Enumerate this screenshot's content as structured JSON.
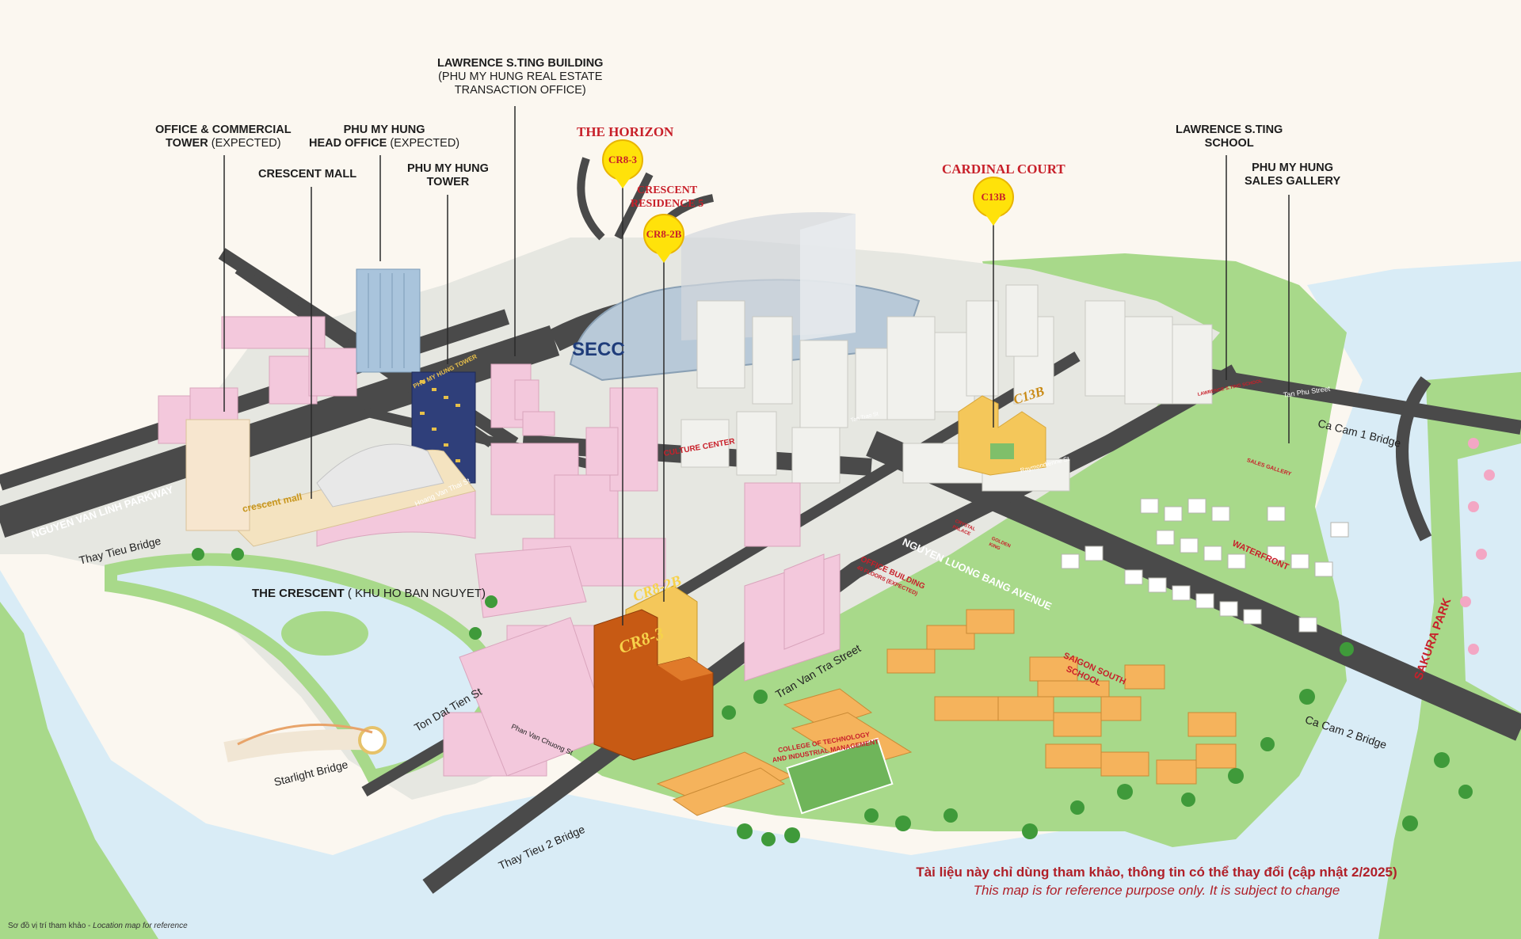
{
  "colors": {
    "background": "#fbf7f0",
    "water": "#d9ecf6",
    "park": "#a8d98a",
    "road": "#4a4a4a",
    "block": "#e6e7e1",
    "residential_pink": "#f3c8dc",
    "school_orange": "#f5b35c",
    "highlight_brown": "#c75a14",
    "highlight_gold": "#f4c75a",
    "pin_yellow": "#ffe20a",
    "accent_red": "#c8202a"
  },
  "callouts": {
    "office_tower": {
      "main": "OFFICE & COMMERCIAL",
      "main2": "TOWER",
      "note": "(EXPECTED)"
    },
    "crescent_mall": {
      "main": "CRESCENT MALL"
    },
    "head_office": {
      "main": "PHU MY HUNG",
      "main2": "HEAD OFFICE",
      "note": "(EXPECTED)"
    },
    "pmh_tower": {
      "main": "PHU MY HUNG",
      "main2": "TOWER"
    },
    "lawrence_building": {
      "main": "LAWRENCE S.TING BUILDING",
      "line2": "(PHU MY HUNG REAL ESTATE",
      "line3": "TRANSACTION OFFICE)"
    },
    "the_horizon": {
      "main": "THE HORIZON"
    },
    "crescent_residence": {
      "main": "CRESCENT",
      "main2": "RESIDENCE 5"
    },
    "cardinal_court": {
      "main": "CARDINAL COURT"
    },
    "lawrence_school": {
      "main": "LAWRENCE S.TING",
      "main2": "SCHOOL"
    },
    "sales_gallery": {
      "main": "PHU MY HUNG",
      "main2": "SALES GALLERY"
    },
    "the_crescent": {
      "main": "THE CRESCENT",
      "note": "( KHU HO BAN NGUYET)"
    }
  },
  "pins": {
    "cr83": "CR8-3",
    "cr82b": "CR8-2B",
    "c13b": "C13B"
  },
  "tower_labels": {
    "cr83": "CR8-3",
    "cr82b": "CR8-2B",
    "c13b": "C13B"
  },
  "roads": {
    "nvl": "NGUYEN VAN LINH PARKWAY",
    "nlb": "NGUYEN LUONG BANG AVENUE",
    "tvt": "Tran Van Tra Street",
    "tdt": "Ton Dat Tien St",
    "pvc": "Phan Van Chuong St",
    "hvt": "Hoang Van Thai St",
    "tanphu": "Tan Phu Street",
    "raymond": "Raymondienne St",
    "tantrao": "Tan Trao St",
    "thaytieu": "Thay Tieu Bridge",
    "thaytieu2": "Thay Tieu 2 Bridge",
    "starlight": "Starlight Bridge",
    "cacam1": "Ca Cam 1 Bridge",
    "cacam2": "Ca Cam 2 Bridge"
  },
  "place_labels": {
    "sakura": "SAKURA PARK",
    "secc": "SECC",
    "culture": "CULTURE CENTER",
    "crescent_mall_sign": "crescent mall",
    "pmh_tower_sign": "PHU MY HUNG TOWER",
    "waterfront": "WATERFRONT",
    "saigon_south": "SAIGON SOUTH",
    "saigon_south2": "SCHOOL",
    "college": "COLLEGE OF TECHNOLOGY",
    "college2": "AND INDUSTRIAL MANAGEMENT",
    "office_building": "OFFICE BUILDING",
    "office_floors": "40 FLOORS (EXPECTED)",
    "crystal": "CRYSTAL",
    "crystal2": "PALACE",
    "golden": "GOLDEN",
    "golden2": "KING",
    "lawrence_school_sign": "LAWRENCE S.TING SCHOOL",
    "sales_sign": "SALES GALLERY"
  },
  "disclaimer": {
    "vi": "Tài liệu này chỉ dùng tham khảo, thông tin có thể thay đổi (cập nhật 2/2025)",
    "en": "This map is for reference purpose only. It is subject to change"
  },
  "footer": {
    "vi": "Sơ đồ vị trí tham khảo - ",
    "en": "Location map for reference"
  }
}
